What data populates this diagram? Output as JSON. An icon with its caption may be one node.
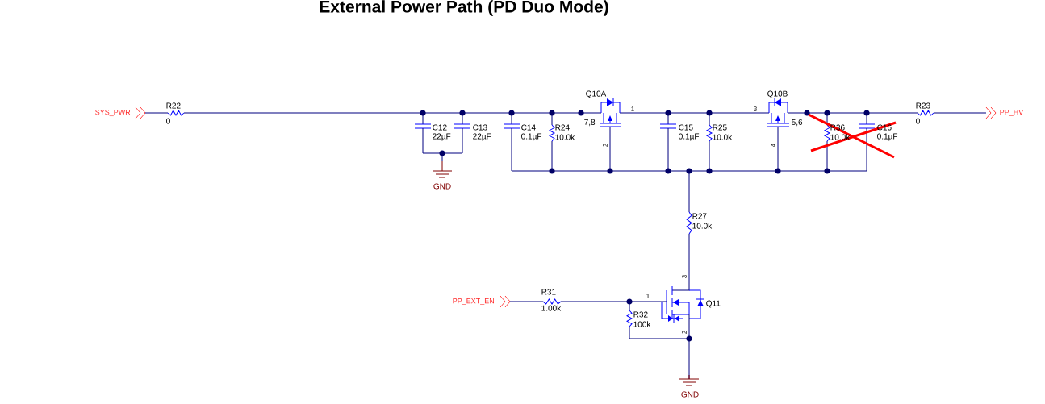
{
  "diagram": {
    "title": "External Power Path (PD Duo Mode)",
    "labels": [
      "Q10A",
      "Q10B",
      "R22",
      "1",
      "3",
      "R23",
      "SYS_PWR",
      "PP_HV",
      "0",
      "7,8",
      "5,6",
      "0",
      "C12",
      "C13",
      "C14",
      "R24",
      "C15",
      "R25",
      "R36",
      "C16",
      "22µF",
      "22µF",
      "0.1µF",
      "10.0k",
      "0.1µF",
      "10.0k",
      "10.0k",
      "0.1µF",
      "2",
      "4",
      "GND",
      "R27",
      "10.0k",
      "3",
      "R31",
      "1",
      "PP_EXT_EN",
      "Q11",
      "1.00k",
      "R32",
      "100k",
      "2",
      "GND"
    ]
  }
}
